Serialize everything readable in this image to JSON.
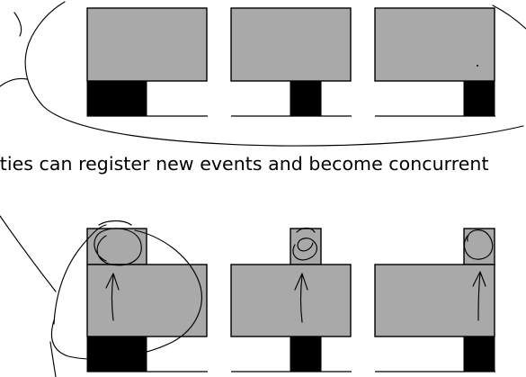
{
  "caption": "ities can register new events and become concurrent",
  "colors": {
    "block_fill": "#a9a9a9",
    "solid_fill": "#000000",
    "stroke": "#000000",
    "background": "#ffffff"
  },
  "panels": {
    "top": {
      "columns": [
        {
          "name": "top-col-1",
          "black_region": "left"
        },
        {
          "name": "top-col-2",
          "black_region": "right-inner"
        },
        {
          "name": "top-col-3",
          "black_region": "right"
        }
      ]
    },
    "bottom": {
      "columns": [
        {
          "name": "bottom-col-1",
          "new_event_block": true
        },
        {
          "name": "bottom-col-2",
          "new_event_block": true
        },
        {
          "name": "bottom-col-3",
          "new_event_block": true
        }
      ]
    }
  }
}
